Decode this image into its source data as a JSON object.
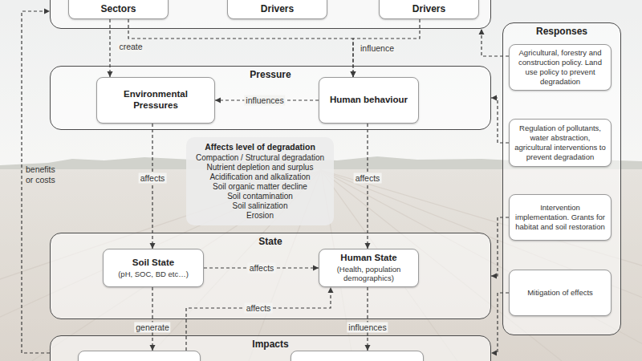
{
  "diagram": {
    "nodes": [
      {
        "text": []
      },
      {
        "text": [
          "Sectors"
        ],
        "in": 0
      },
      {
        "text": [
          "Drivers"
        ],
        "in": 0
      },
      {
        "text": [
          "Drivers"
        ],
        "in": 0
      },
      {
        "text": [
          "Pressure"
        ]
      },
      {
        "text": [
          "Environmental Pressures"
        ],
        "in": 4
      },
      {
        "text": [
          "Human behaviour"
        ],
        "in": 4
      },
      {
        "text": [
          "Affects level of degradation",
          "Compaction / Structural degradation",
          "Nutrient depletion and surplus",
          "Acidification and alkalization",
          "Soil organic matter decline",
          "Soil contamination",
          "Soil salinization",
          "Erosion"
        ]
      },
      {
        "text": [
          "State"
        ]
      },
      {
        "text": [
          "Soil State",
          "(pH, SOC, BD etc…)"
        ],
        "in": 8
      },
      {
        "text": [
          "Human State",
          "(Health, population demographics)"
        ],
        "in": 8
      },
      {
        "text": [
          "Impacts"
        ]
      },
      {
        "text": [],
        "in": 11
      },
      {
        "text": [],
        "in": 11
      },
      {
        "text": [
          "Responses"
        ]
      },
      {
        "text": [
          "Agricultural, forestry and construction policy. Land use policy to prevent degradation"
        ],
        "in": 14
      },
      {
        "text": [
          "Regulation of pollutants, water abstraction, agricultural interventions to prevent degradation"
        ],
        "in": 14
      },
      {
        "text": [
          "Intervention implementation. Grants for habitat and soil restoration"
        ],
        "in": 14
      },
      {
        "text": [
          "Mitigation of effects"
        ],
        "in": 14
      }
    ],
    "edges": [
      {
        "from": 1,
        "to": 5,
        "label": "create",
        "arrow": "to"
      },
      {
        "from": 1,
        "to": 6,
        "label": "influence",
        "arrow": "to"
      },
      {
        "from": 3,
        "to": 6,
        "arrow": "to"
      },
      {
        "from": 6,
        "to": 5,
        "label": "influences",
        "arrow": "to"
      },
      {
        "from": 5,
        "to": 9,
        "label": "affects",
        "arrow": "to"
      },
      {
        "from": 6,
        "to": 10,
        "label": "affects",
        "arrow": "to"
      },
      {
        "from": 9,
        "to": 10,
        "label": "affects",
        "arrow": "to"
      },
      {
        "from": 9,
        "to": 12,
        "label": "generate",
        "arrow": "to"
      },
      {
        "from": 10,
        "to": 13,
        "label": "influences",
        "arrow": "to"
      },
      {
        "from": 12,
        "to": 10,
        "label": "affects",
        "arrow": "to"
      },
      {
        "from": 11,
        "to": 0,
        "label": "benefits or costs",
        "arrow": "to"
      },
      {
        "from": 15,
        "to": 0,
        "arrow": "to"
      },
      {
        "from": 16,
        "to": 4,
        "arrow": "to"
      },
      {
        "from": 17,
        "to": 8,
        "arrow": "to"
      },
      {
        "from": 18,
        "to": 11,
        "arrow": "to"
      }
    ]
  }
}
